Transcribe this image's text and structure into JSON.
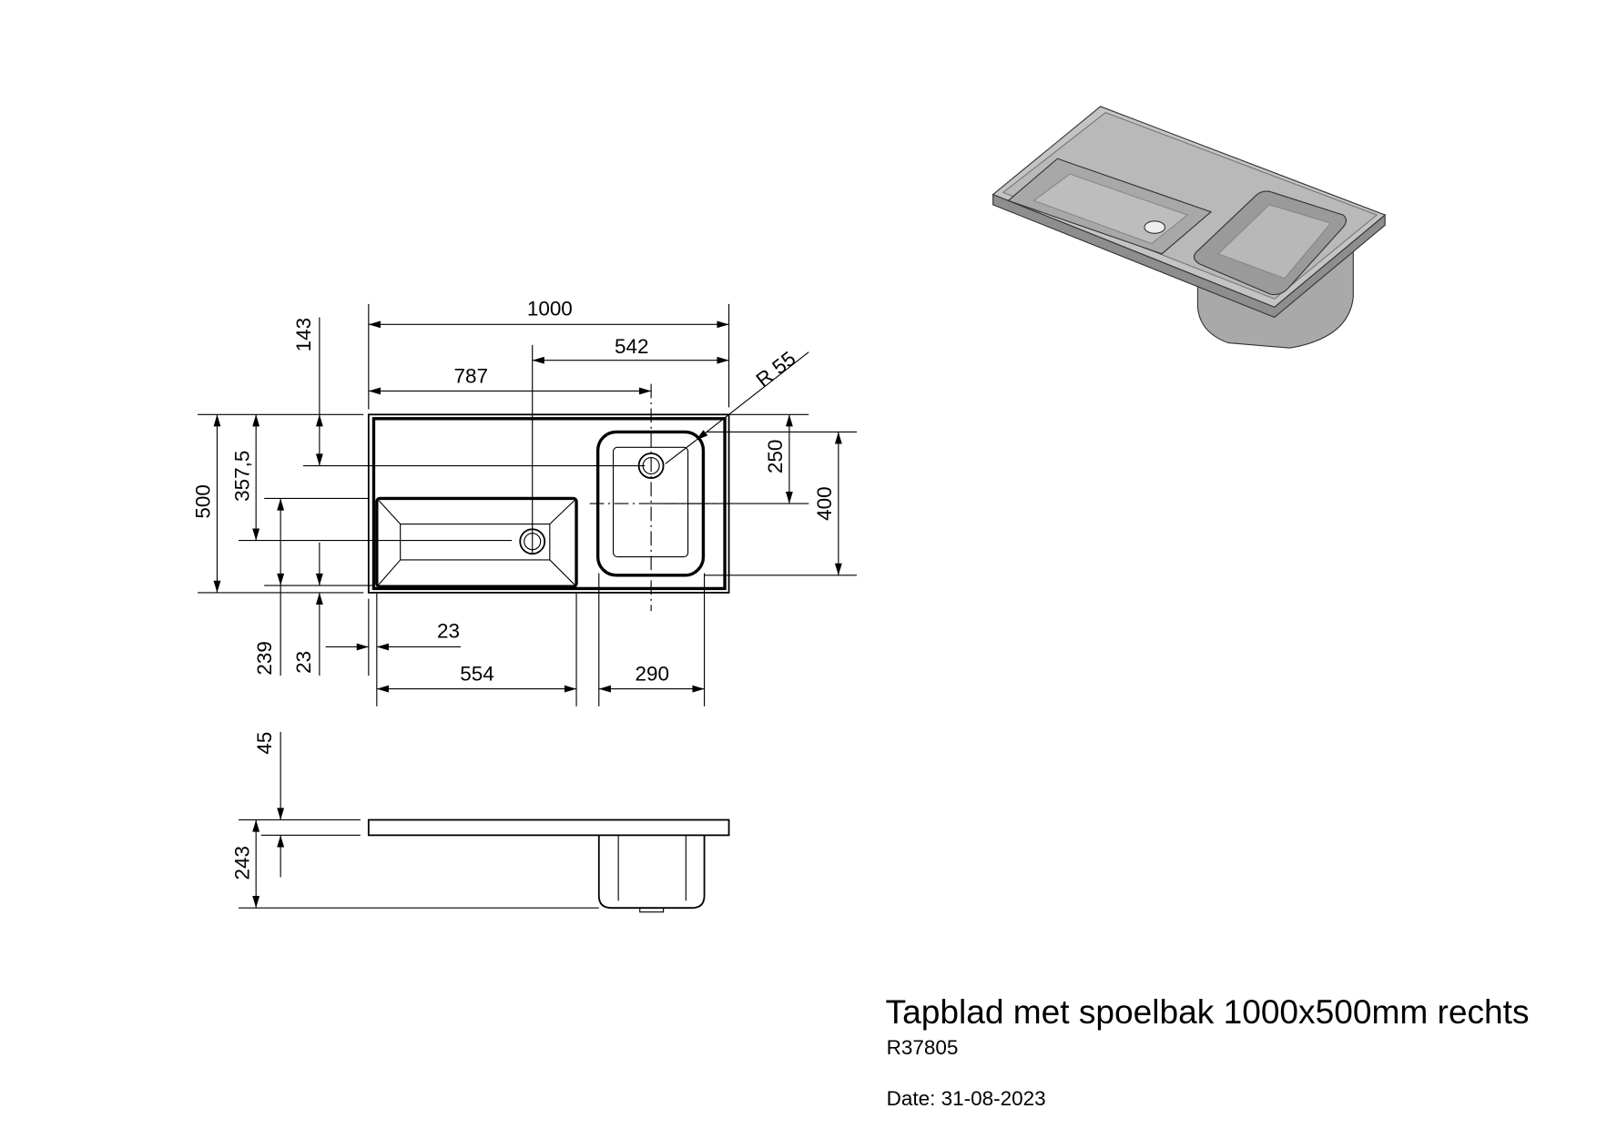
{
  "title_block": {
    "title": "Tapblad met spoelbak 1000x500mm rechts",
    "article_number": "R37805",
    "date": "Date: 31-08-2023"
  },
  "dimensions": {
    "overall_width": "1000",
    "right_basin_to_edge": "542",
    "left_edge_to_right_drain": "787",
    "radius": "R 55",
    "overall_depth": "500",
    "left_drain_from_back": "357,5",
    "right_drain_from_back": "143",
    "left_basin_depth": "239",
    "front_margin": "23",
    "left_margin": "23",
    "left_basin_width": "554",
    "right_basin_width": "290",
    "right_basin_center_from_back": "250",
    "right_basin_depth": "400",
    "slab_thickness": "45",
    "total_height": "243"
  }
}
